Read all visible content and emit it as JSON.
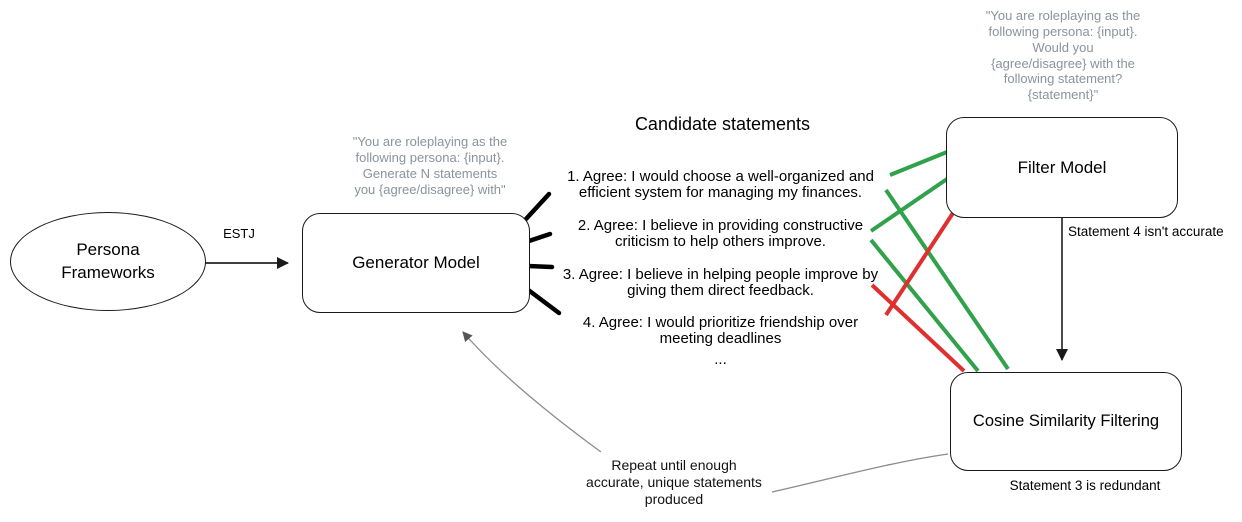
{
  "colors": {
    "accept_green": "#31a24c",
    "reject_red": "#e02f2f",
    "prompt_gray": "#8b939c",
    "wire_gray": "#8c8c8c",
    "ink": "#000000"
  },
  "nodes": {
    "persona_frameworks": {
      "label": "Persona Frameworks"
    },
    "generator_model": {
      "label": "Generator Model",
      "prompt_lines": [
        "\"You are roleplaying as the",
        "following persona: {input}.",
        "Generate N statements",
        "you {agree/disagree} with\""
      ]
    },
    "filter_model": {
      "label": "Filter Model",
      "prompt_lines": [
        "\"You are roleplaying as the",
        "following persona: {input}.",
        "Would you",
        "{agree/disagree} with the",
        "following statement?",
        "{statement}\""
      ]
    },
    "cosine_filtering": {
      "label": "Cosine Similarity Filtering"
    }
  },
  "statements": {
    "title": "Candidate statements",
    "items": [
      {
        "lines": [
          "1. Agree: I would choose a well-organized and",
          "efficient system for managing my finances."
        ]
      },
      {
        "lines": [
          "2. Agree: I believe in providing constructive",
          "criticism to help others improve."
        ]
      },
      {
        "lines": [
          "3. Agree: I believe in helping people improve by",
          "giving them direct feedback."
        ]
      },
      {
        "lines": [
          "4. Agree: I would prioritize friendship over",
          "meeting deadlines"
        ]
      }
    ],
    "ellipsis": "..."
  },
  "edge_labels": {
    "persona_to_generator": "ESTJ",
    "filter_verdict": "Statement 4 isn't accurate",
    "cosine_verdict": "Statement 3 is redundant",
    "repeat_lines": [
      "Repeat until enough",
      "accurate, unique statements",
      "produced"
    ]
  },
  "connections": [
    {
      "from": "statement-1",
      "to": "filter-model",
      "result": "pass"
    },
    {
      "from": "statement-2",
      "to": "filter-model",
      "result": "pass"
    },
    {
      "from": "statement-1",
      "to": "cosine-similarity-filtering",
      "result": "pass"
    },
    {
      "from": "statement-2",
      "to": "cosine-similarity-filtering",
      "result": "pass"
    },
    {
      "from": "filter-model",
      "to": "statement-4",
      "result": "rejected-inaccurate"
    },
    {
      "from": "statement-3",
      "to": "cosine-similarity-filtering",
      "result": "rejected-redundant"
    },
    {
      "from": "persona-frameworks",
      "to": "generator-model",
      "label": "ESTJ"
    },
    {
      "from": "filter-model",
      "to": "cosine-similarity-filtering",
      "label": "Statement 4 isn't accurate"
    },
    {
      "from": "cosine-similarity-filtering",
      "to": "generator-model",
      "label": "Repeat until enough accurate, unique statements produced"
    }
  ]
}
